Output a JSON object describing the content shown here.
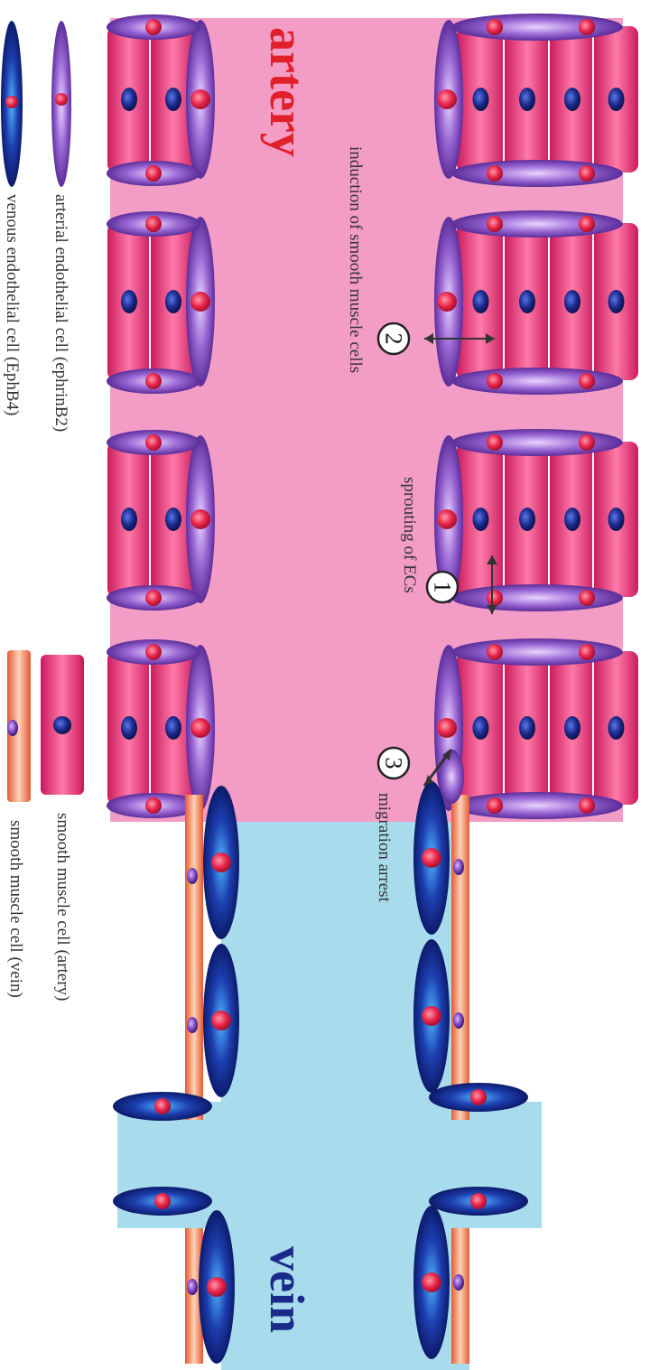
{
  "labels": {
    "artery": "artery",
    "vein": "vein",
    "induction": "induction of smooth muscle cells",
    "sprouting": "sprouting of ECs",
    "migration": "migration arrest"
  },
  "steps": [
    "1",
    "2",
    "3"
  ],
  "legend": {
    "arterial_ec": "arterial endothelial cell (ephrinB2)",
    "venous_ec": "venous endothelial cell (EphB4)",
    "smc_artery": "smooth muscle cell (artery)",
    "smc_vein": "smooth muscle cell (vein)"
  },
  "colors": {
    "artery_lumen": "#f29cc6",
    "vein_lumen": "#a8dcec",
    "artery_smc": "#e13c74",
    "vein_smc": "#f47a4c",
    "arterial_ec": "#8a5ac8",
    "venous_ec": "#1a2f9c",
    "nucleus_red": "#e8254a",
    "nucleus_blue": "#1c2a8c",
    "label_red": "#e0202a"
  }
}
